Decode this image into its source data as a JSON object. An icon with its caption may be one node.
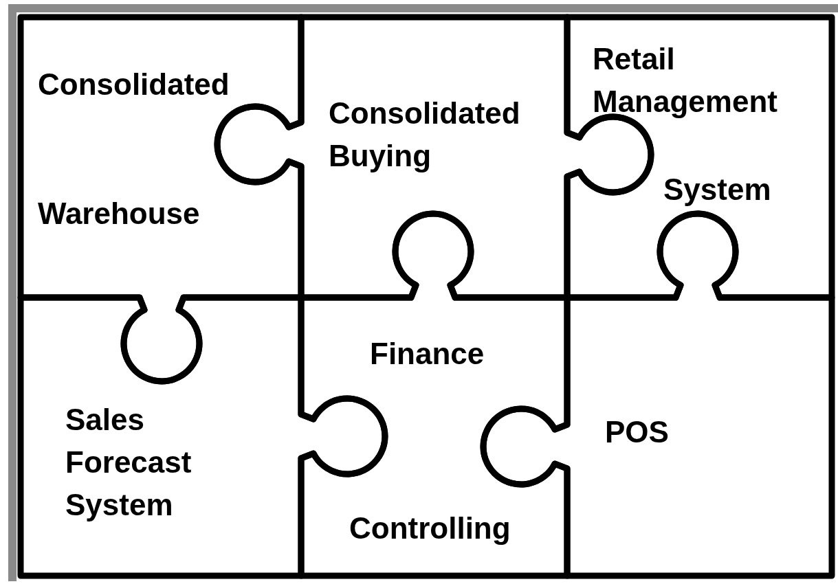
{
  "diagram": {
    "nodes": [
      {
        "text": [
          "Consolidated",
          "Warehouse"
        ]
      },
      {
        "text": [
          "Consolidated Buying"
        ]
      },
      {
        "text": [
          "Retail Management",
          "System"
        ]
      },
      {
        "text": [
          "Sales Forecast System"
        ]
      },
      {
        "text": [
          "Finance",
          "Controlling"
        ]
      },
      {
        "text": [
          "POS"
        ]
      }
    ]
  }
}
